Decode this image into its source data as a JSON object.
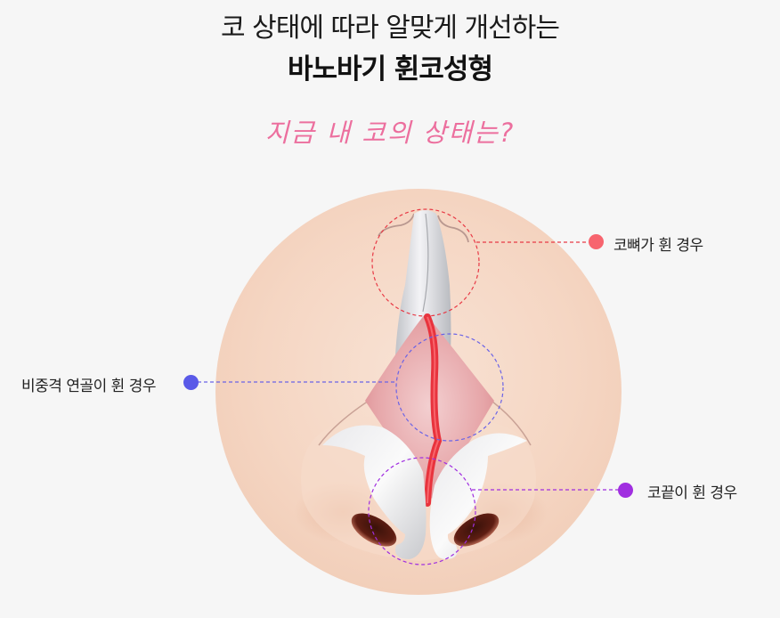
{
  "header": {
    "title_line1": "코 상태에 따라 알맞게 개선하는",
    "title_line2": "바노바기 휜코성형",
    "subtitle": "지금 내 코의 상태는?"
  },
  "colors": {
    "background": "#f6f6f6",
    "subtitle_pink": "#ec6f9e",
    "skin_circle": "#f5d8c6",
    "bone_marker": "#f7646e",
    "septum_marker": "#5a5ae8",
    "tip_marker": "#a02ee0",
    "septum_red": "#e8333d"
  },
  "markers": [
    {
      "id": "nasal-bone",
      "label": "코뼈가 휜 경우",
      "color": "#f7646e",
      "side": "right"
    },
    {
      "id": "septal-cartilage",
      "label": "비중격 연골이 휜 경우",
      "color": "#5a5ae8",
      "side": "left"
    },
    {
      "id": "nasal-tip",
      "label": "코끝이 휜 경우",
      "color": "#a02ee0",
      "side": "right"
    }
  ]
}
